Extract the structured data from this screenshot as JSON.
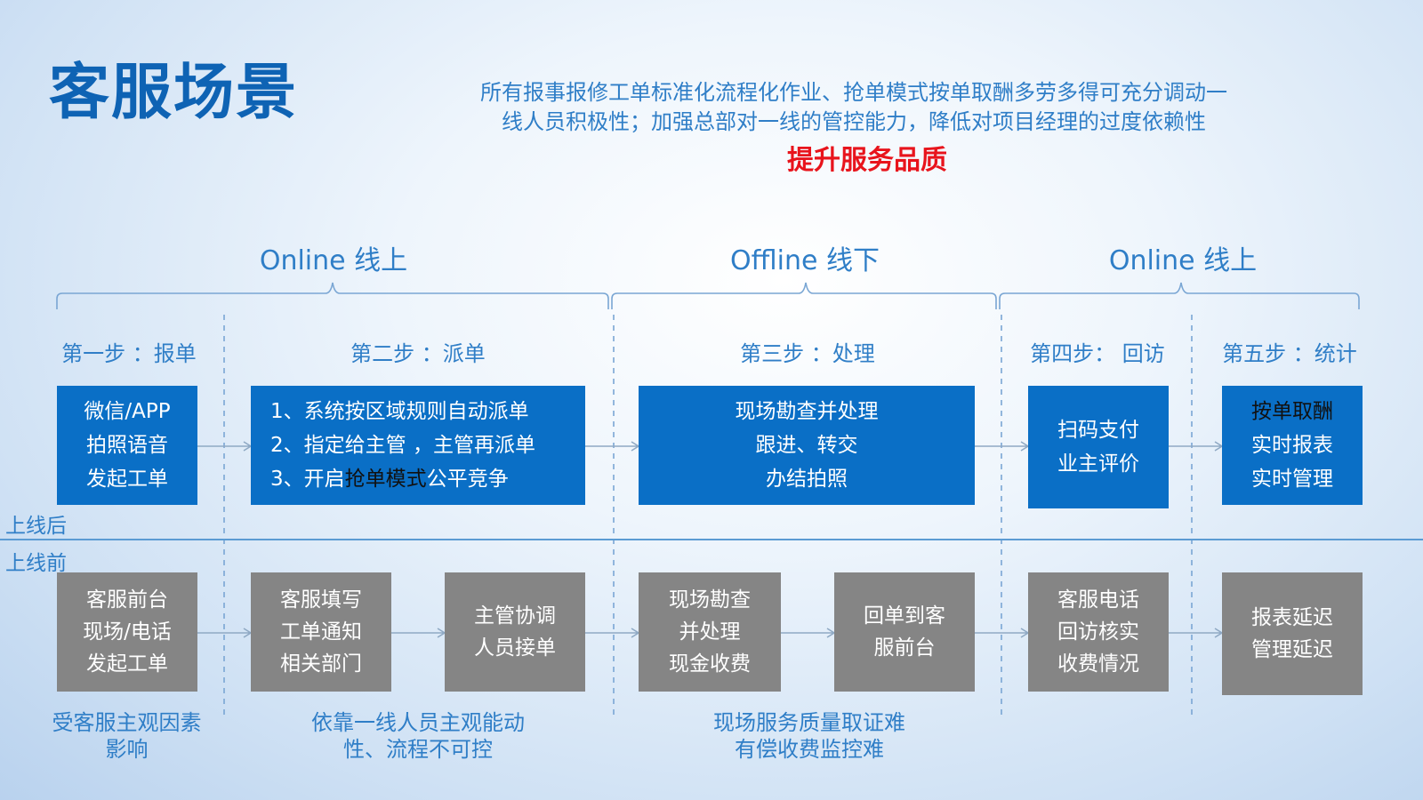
{
  "title": "客服场景",
  "subtitle_line1": "所有报事报修工单标准化流程化作业、抢单模式按单取酬多劳多得可充分调动一",
  "subtitle_line2": "线人员积极性；加强总部对一线的管控能力，降低对项目经理的过度依赖性",
  "emphasis": "提升服务品质",
  "phases": {
    "online1": "Online  线上",
    "offline": "Offline  线下",
    "online2": "Online  线上"
  },
  "steps": {
    "s1": "第一步 ：报单",
    "s2": "第二步 ：派单",
    "s3": "第三步 ：处理",
    "s4": "第四步： 回访",
    "s5": "第五步 ：统计"
  },
  "row_labels": {
    "after": "上线后",
    "before": "上线前"
  },
  "after_boxes": {
    "b1": [
      "微信/APP",
      "拍照语音",
      "发起工单"
    ],
    "b2": [
      "1、系统按区域规则自动派单",
      "2、指定给主管 ，主管再派单",
      "3、开启",
      "抢单模式",
      "公平竞争"
    ],
    "b3": [
      "现场勘查并处理",
      "跟进、转交",
      "办结拍照"
    ],
    "b4": [
      "扫码支付",
      "业主评价"
    ],
    "b5": [
      "按单取酬",
      "实时报表",
      "实时管理"
    ]
  },
  "before_boxes": {
    "g1": [
      "客服前台",
      "现场/电话",
      "发起工单"
    ],
    "g2": [
      "客服填写",
      "工单通知",
      "相关部门"
    ],
    "g3": [
      "主管协调",
      "人员接单"
    ],
    "g4": [
      "现场勘查",
      "并处理",
      "现金收费"
    ],
    "g5": [
      "回单到客",
      "服前台"
    ],
    "g6": [
      "客服电话",
      "回访核实",
      "收费情况"
    ],
    "g7": [
      "报表延迟",
      "管理延迟"
    ]
  },
  "notes": {
    "n1": [
      "受客服主观因素",
      "影响"
    ],
    "n2": [
      "依靠一线人员主观能动",
      "性、流程不可控"
    ],
    "n3": [
      "现场服务质量取证难",
      "有偿收费监控难"
    ]
  },
  "colors": {
    "primary_blue": "#0a6fc6",
    "gray_box": "#858585",
    "accent_red": "#e8141c",
    "text_blue": "#2f7ec7"
  }
}
